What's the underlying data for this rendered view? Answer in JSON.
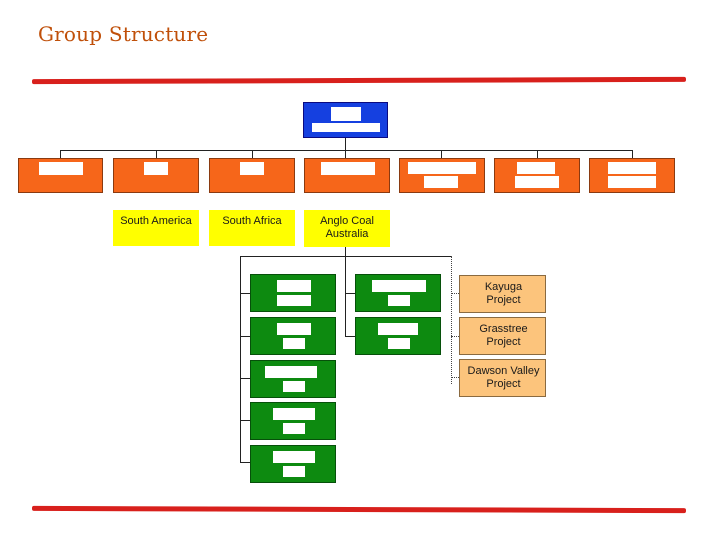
{
  "title": "Group Structure",
  "colors": {
    "title": "#c0500a",
    "rule": "#d8201c",
    "top_box": "#1540e0",
    "division": "#f6661a",
    "region": "#ffff00",
    "operation": "#0d8a10",
    "project": "#fcc47c"
  },
  "regions": [
    "South America",
    "South Africa",
    "Anglo Coal Australia"
  ],
  "projects": [
    "Kayuga Project",
    "Grasstree Project",
    "Dawson Valley Project"
  ]
}
